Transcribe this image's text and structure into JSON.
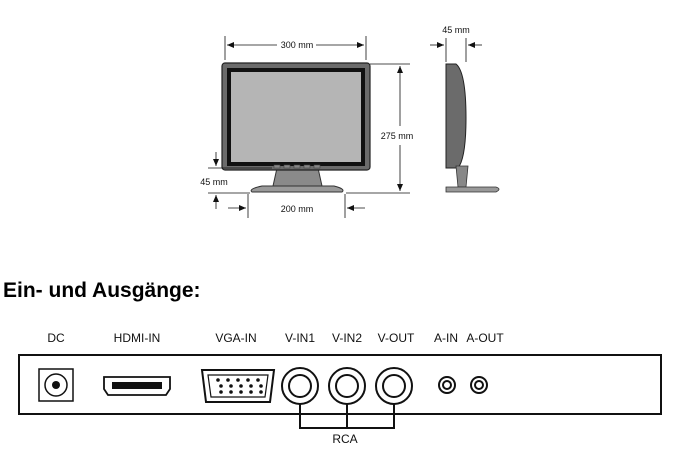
{
  "dimensions": {
    "width": "300 mm",
    "height": "275 mm",
    "stand_height": "45 mm",
    "base_width": "200 mm",
    "depth": "45 mm"
  },
  "heading": "Ein- und Ausgänge:",
  "ports": {
    "dc": "DC",
    "hdmi_in": "HDMI-IN",
    "vga_in": "VGA-IN",
    "v_in1": "V-IN1",
    "v_in2": "V-IN2",
    "v_out": "V-OUT",
    "a_in": "A-IN",
    "a_out": "A-OUT",
    "rca_group": "RCA"
  },
  "colors": {
    "bezel": "#6b6b6b",
    "screen": "#b5b5b5",
    "screen_border": "#111111",
    "stand": "#8a8a8a"
  }
}
